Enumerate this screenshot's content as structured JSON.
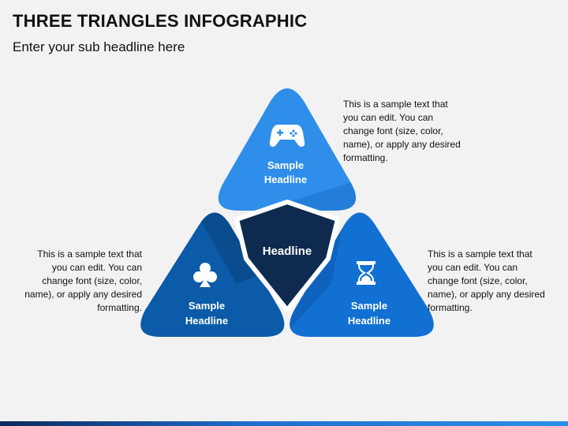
{
  "header": {
    "title": "THREE TRIANGLES INFOGRAPHIC",
    "subtitle": "Enter your sub headline here"
  },
  "center": {
    "label": "Headline"
  },
  "triangles": [
    {
      "label_line1": "Sample",
      "label_line2": "Headline",
      "icon": "gamepad-icon",
      "color": "#2E8EEA"
    },
    {
      "label_line1": "Sample",
      "label_line2": "Headline",
      "icon": "club-icon",
      "color": "#0B5BA8"
    },
    {
      "label_line1": "Sample",
      "label_line2": "Headline",
      "icon": "hourglass-icon",
      "color": "#1270D3"
    }
  ],
  "notes": {
    "top": "This is a sample text that you can edit. You can change font (size, color, name), or apply any desired formatting.",
    "left": "This is a sample text that you can edit. You can change font (size, color, name), or apply any desired formatting.",
    "right": "This is a sample text that you can edit. You can change font (size, color, name), or apply any desired formatting."
  },
  "colors": {
    "center": "#0E2A4F",
    "background": "#F2F2F2"
  }
}
